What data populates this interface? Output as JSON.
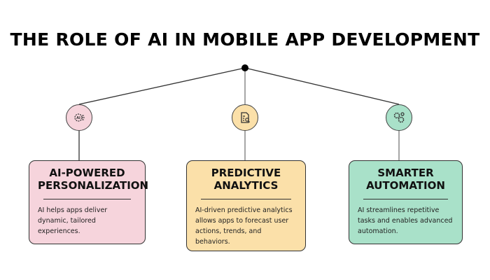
{
  "title": "THE ROLE OF AI IN MOBILE APP DEVELOPMENT",
  "colors": {
    "pink": "#f6d4dc",
    "yellow": "#fbe0a9",
    "green": "#a9e1c9"
  },
  "cards": [
    {
      "icon": "ai-gear-circuit-icon",
      "heading_line1": "AI-POWERED",
      "heading_line2": "PERSONALIZATION",
      "text": "AI helps apps deliver dynamic, tailored experiences."
    },
    {
      "icon": "document-search-icon",
      "heading_line1": "PREDICTIVE",
      "heading_line2": "ANALYTICS",
      "text": "AI-driven predictive analytics allows apps to forecast user actions, trends, and behaviors."
    },
    {
      "icon": "gears-icon",
      "heading_line1": "SMARTER",
      "heading_line2": "AUTOMATION",
      "text": "AI streamlines repetitive tasks and enables advanced automation."
    }
  ]
}
